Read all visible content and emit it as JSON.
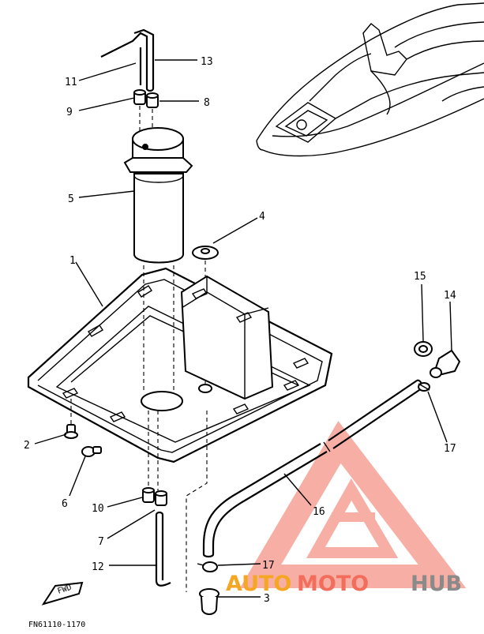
{
  "labels": {
    "p1": "1",
    "p2": "2",
    "p3": "3",
    "p4": "4",
    "p5": "5",
    "p6": "6",
    "p7": "7",
    "p8": "8",
    "p9": "9",
    "p10": "10",
    "p11": "11",
    "p12": "12",
    "p13": "13",
    "p14": "14",
    "p15": "15",
    "p16": "16",
    "p17a": "17",
    "p17b": "17"
  },
  "fwd": "FWD",
  "figure_code": "FN61110-1170",
  "watermark": {
    "part1": "AUTO",
    "part2": "MOTO",
    "part3": "HUB",
    "color_primary": "#f26d5b",
    "color_secondary": "#f5a623",
    "color_gray": "#8a8a8a"
  }
}
